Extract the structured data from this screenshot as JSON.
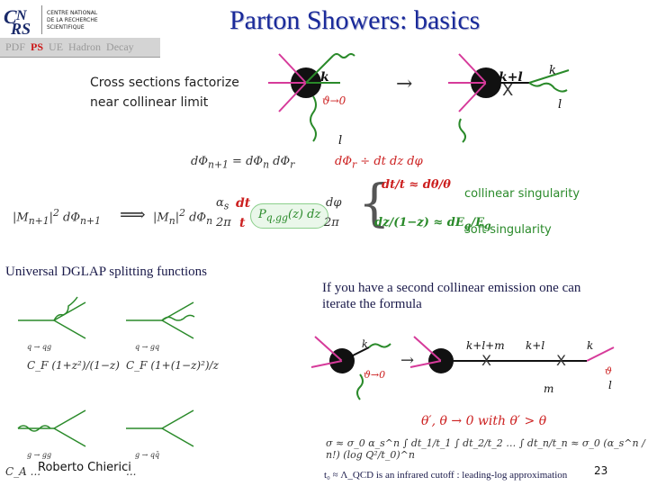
{
  "title": "Parton Showers: basics",
  "logo": {
    "letters": "CNRS",
    "lines": [
      "CENTRE NATIONAL",
      "DE LA RECHERCHE",
      "SCIENTIFIQUE"
    ]
  },
  "nav": {
    "items": [
      "PDF",
      "PS",
      "UE",
      "Hadron",
      "Decay"
    ],
    "active": "PS"
  },
  "top_text": {
    "line1": "Cross sections factorize",
    "line2": "near collinear limit"
  },
  "diagram_labels": {
    "k": "k",
    "kl": "k+l",
    "k2": "k",
    "l": "l",
    "l2": "l",
    "arrow": "→",
    "x": "X",
    "theta": "ϑ→0",
    "theta_sym": "ϑ"
  },
  "phase_space": {
    "lhs": "dΦ",
    "eq": "dΦ_{n+1} = dΦ_n dΦ_r",
    "rhs": "dΦ_r ÷ dt dz dφ"
  },
  "factorization": {
    "lhs": "|M_{n+1}|² dΦ_{n+1}",
    "arrow": "⟹",
    "rhs": "|M_n|² dΦ_n",
    "alpha": "α_s",
    "twopi": "2π",
    "dt": "dt",
    "t": "t",
    "pgg": "P_{q,gg}(z) dz",
    "dphi": "dφ",
    "twopi2": "2π"
  },
  "singularities": {
    "collinear_lhs": "dt/t ≈ dθ/θ",
    "collinear_label": "collinear singularity",
    "soft_lhs": "dz/(1−z) ≈ dE_g/E_g",
    "soft_label": "soft singularity"
  },
  "dglap": {
    "heading": "Universal DGLAP splitting functions",
    "labels": [
      "q → qg",
      "q → gq",
      "g → gg",
      "g → qq̄"
    ],
    "formulas": [
      "C_F (1+z²)/(1−z)",
      "C_F (1+(1−z)²)/z",
      "C_A ...",
      "..."
    ]
  },
  "second_emission": {
    "line1": "If you have a second collinear emission one can",
    "line2": "iterate the formula",
    "theta_prime": "θ′, θ → 0  with  θ′ > θ",
    "sigma": "σ ≈ σ_0 α_s^n ∫ dt_1/t_1 ∫ dt_2/t_2 … ∫ dt_n/t_n ≈ σ_0 (α_s^n / n!) (log Q²/t_0)^n"
  },
  "footer": {
    "author": "Roberto Chierici",
    "page": "23",
    "note": "t₀ ≈ Λ_QCD is an infrared cutoff : leading-log approximation"
  },
  "colors": {
    "title": "#1a2a9a",
    "red": "#cc2020",
    "green": "#2a8a2a",
    "pink": "#d63a9a"
  }
}
